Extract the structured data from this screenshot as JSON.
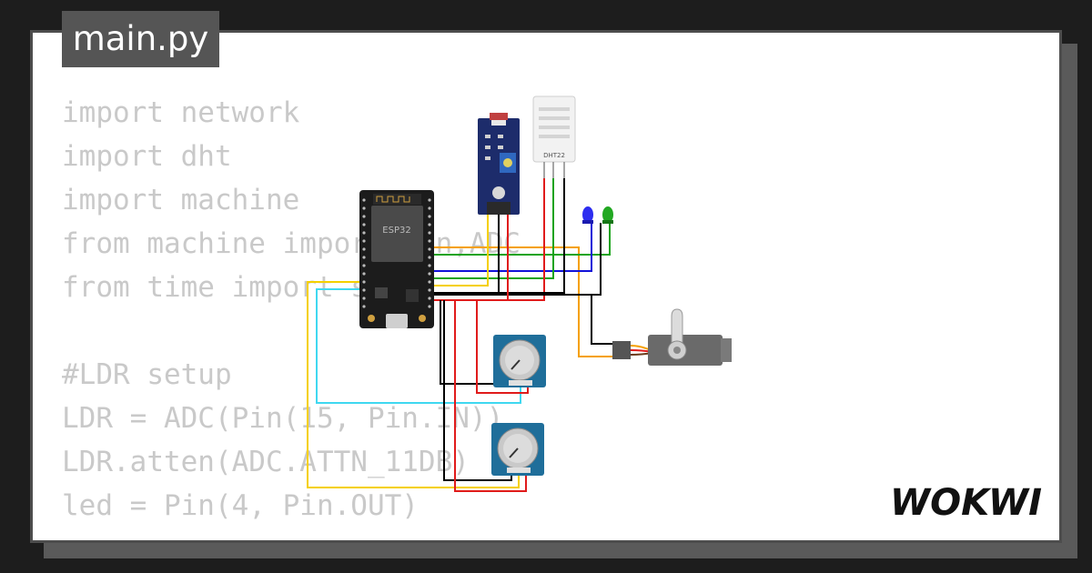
{
  "file_tab": {
    "label": "main.py"
  },
  "code_lines": [
    "import network",
    "import dht",
    "import machine",
    "from machine import Pin,ADC",
    "from time import sleep",
    "",
    "#LDR setup",
    "LDR = ADC(Pin(15, Pin.IN))",
    "LDR.atten(ADC.ATTN_11DB)",
    "led = Pin(4, Pin.OUT)"
  ],
  "components": {
    "esp32": {
      "label": "ESP32"
    },
    "dht": {
      "label": "DHT22"
    }
  },
  "brand": {
    "logo": "WOKWI"
  },
  "colors": {
    "background": "#1d1d1d",
    "tab": "#555555",
    "code_text": "#c9c9c9",
    "wire_red": "#e01b1b",
    "wire_black": "#000000",
    "wire_yellow": "#f5d000",
    "wire_orange": "#f5a000",
    "wire_blue": "#1212d8",
    "wire_green": "#16a316",
    "wire_cyan": "#3fd8f0"
  }
}
